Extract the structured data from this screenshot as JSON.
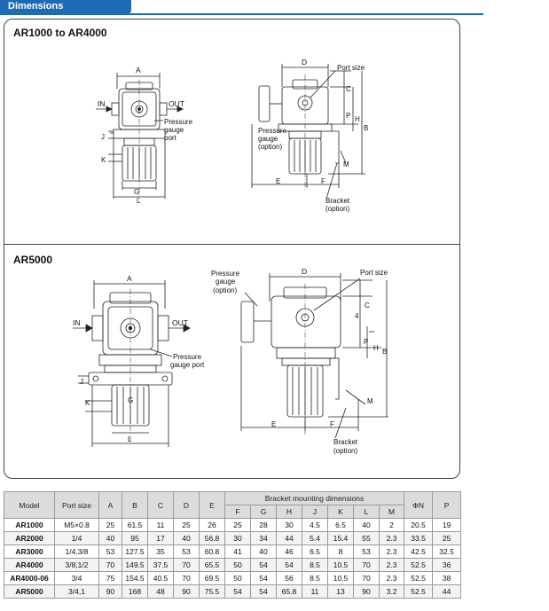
{
  "header": {
    "title": "Dimensions"
  },
  "sections": {
    "top": {
      "title": "AR1000 to AR4000"
    },
    "bottom": {
      "title": "AR5000"
    }
  },
  "labels": {
    "top_front": {
      "a": "A",
      "in": "IN",
      "out": "OUT",
      "pg1": "Pressure",
      "pg2": "gauge",
      "pg3": "port",
      "j": "J",
      "k": "K",
      "g": "G",
      "l": "L"
    },
    "top_side": {
      "d": "D",
      "port_size": "Port size",
      "c": "C",
      "p": "P",
      "h": "H",
      "b": "B",
      "pg1": "Pressure",
      "pg2": "gauge",
      "pg3": "(option)",
      "m": "M",
      "e": "E",
      "f": "F",
      "br1": "Bracket",
      "br2": "(option)"
    },
    "bot_front": {
      "a": "A",
      "in": "IN",
      "out": "OUT",
      "pg1": "Pressure",
      "pg2": "gauge port",
      "j": "J",
      "k": "K",
      "g": "G",
      "l": "L"
    },
    "bot_side": {
      "pg1": "Pressure",
      "pg2": "gauge",
      "pg3": "(option)",
      "d": "D",
      "port_size": "Port size",
      "n": "4",
      "c": "C",
      "p": "P",
      "h": "H",
      "b": "B",
      "m": "M",
      "e": "E",
      "f": "F",
      "br1": "Bracket",
      "br2": "(option)"
    }
  },
  "table": {
    "headers": {
      "model": "Model",
      "port": "Port size",
      "a": "A",
      "b": "B",
      "c": "C",
      "d": "D",
      "e": "E",
      "group": "Bracket mounting dimensions",
      "f": "F",
      "g": "G",
      "h": "H",
      "j": "J",
      "k": "K",
      "l": "L",
      "m": "M",
      "n": "ΦN",
      "p": "P"
    },
    "rows": [
      [
        "AR1000",
        "M5×0.8",
        "25",
        "61.5",
        "11",
        "25",
        "26",
        "25",
        "28",
        "30",
        "4.5",
        "6.5",
        "40",
        "2",
        "20.5",
        "19"
      ],
      [
        "AR2000",
        "1/4",
        "40",
        "95",
        "17",
        "40",
        "56.8",
        "30",
        "34",
        "44",
        "5.4",
        "15.4",
        "55",
        "2.3",
        "33.5",
        "25"
      ],
      [
        "AR3000",
        "1/4,3/8",
        "53",
        "127.5",
        "35",
        "53",
        "60.8",
        "41",
        "40",
        "46",
        "6.5",
        "8",
        "53",
        "2.3",
        "42.5",
        "32.5"
      ],
      [
        "AR4000",
        "3/8,1/2",
        "70",
        "149.5",
        "37.5",
        "70",
        "65.5",
        "50",
        "54",
        "54",
        "8.5",
        "10.5",
        "70",
        "2.3",
        "52.5",
        "36"
      ],
      [
        "AR4000-06",
        "3/4",
        "75",
        "154.5",
        "40.5",
        "70",
        "69.5",
        "50",
        "54",
        "56",
        "8.5",
        "10.5",
        "70",
        "2.3",
        "52.5",
        "38"
      ],
      [
        "AR5000",
        "3/4,1",
        "90",
        "168",
        "48",
        "90",
        "75.5",
        "54",
        "54",
        "65.8",
        "11",
        "13",
        "90",
        "3.2",
        "52.5",
        "44"
      ]
    ]
  }
}
